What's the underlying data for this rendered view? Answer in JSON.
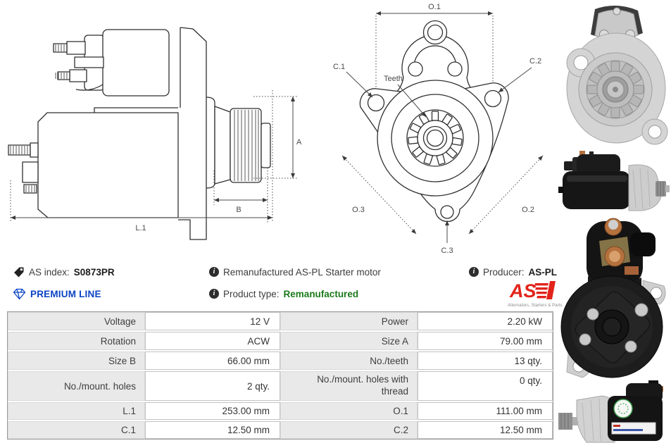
{
  "info": {
    "as_index_label": "AS index:",
    "as_index_value": "S0873PR",
    "premium_line": "PREMIUM LINE",
    "description": "Remanufactured AS-PL Starter motor",
    "product_type_label": "Product type:",
    "product_type_value": "Remanufactured",
    "producer_label": "Producer:",
    "producer_value": "AS-PL"
  },
  "logo": {
    "text": "AS",
    "tagline": "Alternators, Starters & Parts"
  },
  "colors": {
    "premium_blue": "#0a43c4",
    "type_green": "#1b7a1b",
    "logo_red": "#e2231a"
  },
  "drawing_side": {
    "label_a": "A",
    "label_b": "B",
    "label_l1": "L.1"
  },
  "drawing_front": {
    "label_o1": "O.1",
    "label_o2": "O.2",
    "label_o3": "O.3",
    "label_c1": "C.1",
    "label_c2": "C.2",
    "label_c3": "C.3",
    "label_teeth": "Teeth"
  },
  "table": {
    "rows": [
      {
        "label1": "Voltage",
        "value1": "12 V",
        "label2": "Power",
        "value2": "2.20 kW"
      },
      {
        "label1": "Rotation",
        "value1": "ACW",
        "label2": "Size A",
        "value2": "79.00 mm"
      },
      {
        "label1": "Size B",
        "value1": "66.00 mm",
        "label2": "No./teeth",
        "value2": "13 qty."
      },
      {
        "label1": "No./mount. holes",
        "value1": "2 qty.",
        "label2": "No./mount. holes with thread",
        "value2": "0 qty."
      },
      {
        "label1": "L.1",
        "value1": "253.00 mm",
        "label2": "O.1",
        "value2": "111.00 mm"
      },
      {
        "label1": "C.1",
        "value1": "12.50 mm",
        "label2": "C.2",
        "value2": "12.50 mm"
      }
    ]
  }
}
